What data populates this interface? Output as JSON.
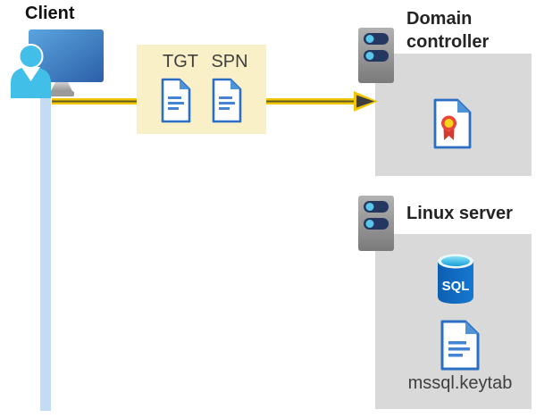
{
  "client": {
    "label": "Client"
  },
  "auth_flow": {
    "tgt_label": "TGT",
    "spn_label": "SPN"
  },
  "domain_controller": {
    "label": "Domain controller"
  },
  "linux_server": {
    "label": "Linux server",
    "sql_label": "SQL",
    "keytab_label": "mssql.keytab"
  },
  "icons": {
    "client": "person-at-workstation-icon",
    "server": "server-tower-icon",
    "token_documents": "document-icon",
    "certificate": "certificate-icon",
    "database": "sql-database-icon",
    "arrow": "right-arrow-icon"
  },
  "colors": {
    "box_gray": "#d9d9d9",
    "token_box_yellow": "#faf0c8",
    "arrow_yellow": "#f2c500",
    "arrow_core_dark": "#5e5a20",
    "arrowhead_dark": "#3e3e3e",
    "client_line_blue": "#c4dbf6",
    "monitor_blue_light": "#5ba5df",
    "monitor_blue_dark": "#2c5fa8",
    "person_cyan": "#41bfe9",
    "server_bar_navy": "#243760",
    "server_dot_cyan": "#58c7ea",
    "doc_border_blue": "#2b6fc4",
    "doc_fold_blue": "#4e94d6",
    "doc_line_blue": "#4584d2",
    "cert_ring_red": "#e8443a",
    "cert_seal_yellow": "#ffd21e",
    "sql_body_blue": "#0d5fb0",
    "sql_top_cyan": "#179ed6",
    "heading_text": "#242424",
    "label_text": "#3f3f3f"
  }
}
